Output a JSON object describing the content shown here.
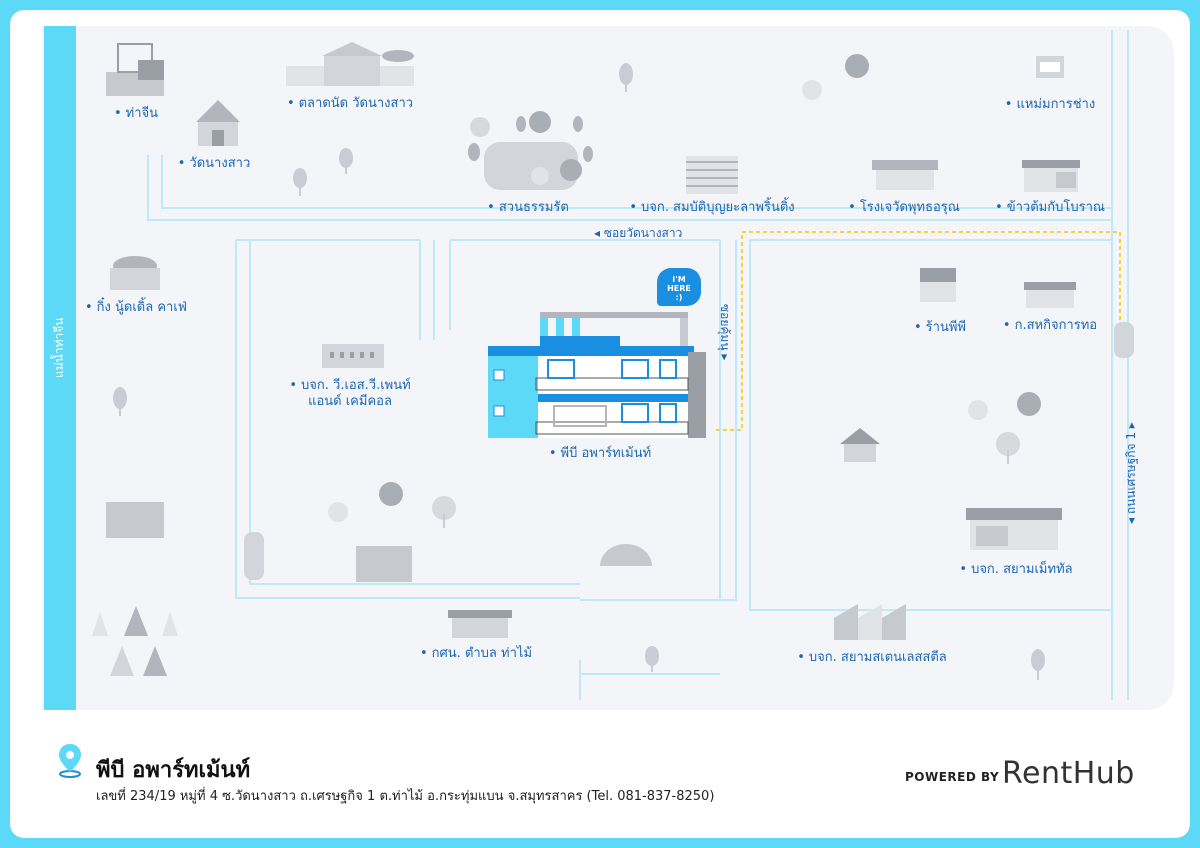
{
  "map": {
    "river_label": "แม่น้ำท่าจีน",
    "roads": {
      "top_soi": "ซอยวัดนางสาว",
      "khun_soi": "ซอยคุ้มนุ",
      "main_road": "ถนนเศรษฐกิจ 1"
    },
    "destination": {
      "label": "พีบี อพาร์ทเม้นท์",
      "bubble_line1": "I'M",
      "bubble_line2": "HERE",
      "bubble_line3": ":)"
    },
    "places": {
      "tha_chin": "ท่าจีน",
      "wat_nang_sao": "วัดนางสาว",
      "market": "ตลาดนัด วัดนางสาว",
      "suan_thammarat": "สวนธรรมรัต",
      "sombat_co": "บจก. สมบัติบุญยะลาพริ้นติ้ง",
      "school": "โรงเจวัดพุทธอรุณ",
      "khao_tom": "ข้าวต้มกับโบราณ",
      "hairdresser": "แหม่มการช่าง",
      "noodle_cafe": "กิ๋ง นู้ดเดิ้ล คาเฟ่",
      "vsv_line1": "บจก. วี.เอส.วี.เพนท์",
      "vsv_line2": "แอนด์ เคมีคอล",
      "pp_shop": "ร้านพีพี",
      "coop": "ก.สหกิจการทอ",
      "siam_metal": "บจก. สยามเม็ททัล",
      "siam_stainless": "บจก. สยามสเตนเลสสตีล",
      "gsn": "กศน. ตำบล ท่าไม้"
    }
  },
  "footer": {
    "title": "พีบี อพาร์ทเม้นท์",
    "address": "เลขที่ 234/19 หมู่ที่ 4 ซ.วัดนางสาว ถ.เศรษฐกิจ 1 ต.ท่าไม้ อ.กระทุ่มแบน จ.สมุทรสาคร  (Tel. 081-837-8250)",
    "powered_by": "POWERED BY",
    "brand": "RentHub"
  },
  "colors": {
    "frame": "#5bd9f6",
    "label": "#1c67b3",
    "road_line": "#bfe9f6",
    "route": "#f5d33a",
    "accent_blue": "#1a8ee0"
  },
  "icons": {
    "pin": "location-pin-icon"
  }
}
